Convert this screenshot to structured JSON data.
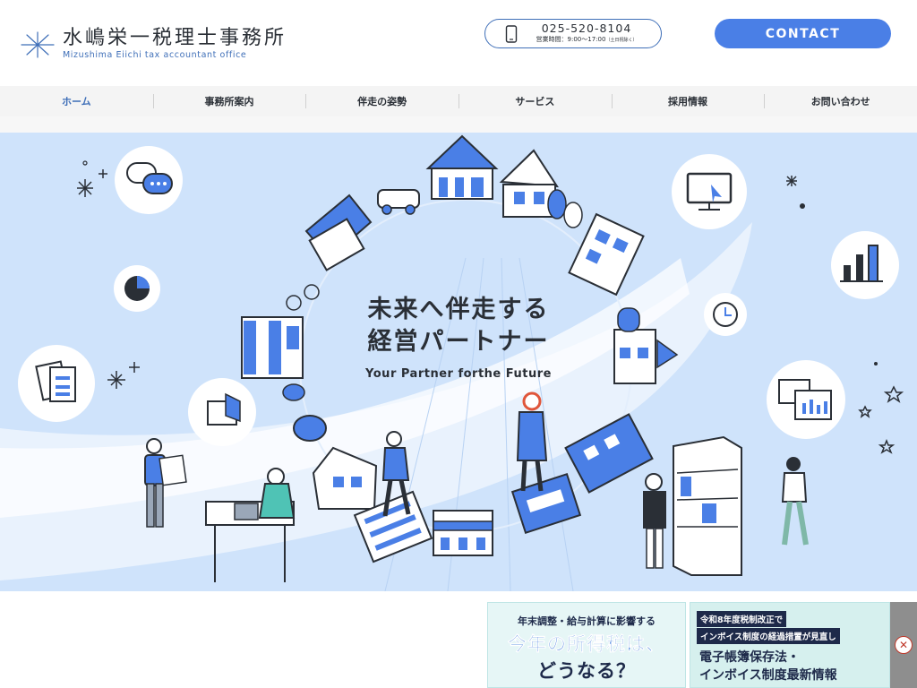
{
  "header": {
    "logo_jp": "水嶋栄一税理士事務所",
    "logo_en": "Mizushima Eiichi tax accountant office",
    "phone": "025-520-8104",
    "hours": "営業時間：9:00〜17:00",
    "hours_note": "（土日祝除く）",
    "contact_label": "CONTACT"
  },
  "nav": {
    "items": [
      "ホーム",
      "事務所案内",
      "伴走の姿勢",
      "サービス",
      "採用情報",
      "お問い合わせ"
    ],
    "active_index": 0
  },
  "hero": {
    "title_line1": "未来へ伴走する",
    "title_line2": "経営パートナー",
    "subtitle": "Your Partner forthe Future"
  },
  "banners": {
    "b1_top": "年末調整・給与計算に影響する",
    "b1_mid": "今年の所得税は、",
    "b1_bot": "どうなる？",
    "b2_line1": "令和8年度税制改正で",
    "b2_line2": "インボイス制度の経過措置が見直し",
    "b2_line3": "電子帳簿保存法・",
    "b2_line4": "インボイス制度最新情報"
  },
  "colors": {
    "accent_blue": "#4a7fe6",
    "navy": "#2a2f36",
    "hero_bg": "#cfe3fb"
  },
  "icons": [
    "phone-icon",
    "chat-icon",
    "pie-chart-icon",
    "documents-icon",
    "folder-icon",
    "monitor-cursor-icon",
    "bar-chart-icon",
    "clock-icon",
    "dashboard-icon",
    "close-icon"
  ]
}
